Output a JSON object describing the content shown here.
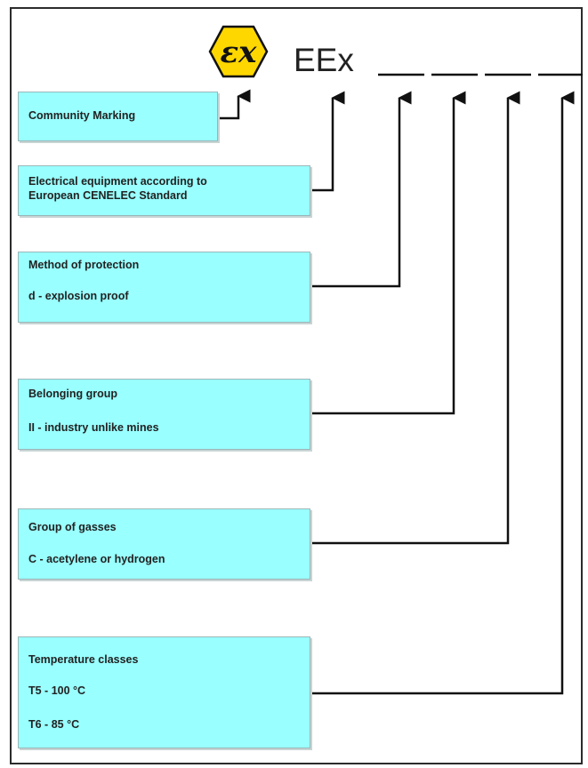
{
  "marking": {
    "ex_logo_text": "εx",
    "code": "EEx"
  },
  "boxes": {
    "community": {
      "line1": "Community Marking"
    },
    "electrical": {
      "line1": "Electrical equipment according to",
      "line2": "European CENELEC Standard"
    },
    "method": {
      "title": "Method of protection",
      "value": "d - explosion proof"
    },
    "group": {
      "title": "Belonging group",
      "value": "II - industry unlike mines"
    },
    "gasses": {
      "title": "Group of gasses",
      "value": "C - acetylene or hydrogen"
    },
    "temperature": {
      "title": "Temperature classes",
      "value1": "T5 - 100 °C",
      "value2": "T6 - 85 °C"
    }
  },
  "colors": {
    "box_fill": "#99ffff",
    "logo_fill": "#ffd700",
    "line": "#111111"
  },
  "icons": [
    "ex-hexagon-logo-icon",
    "arrow-up-icon"
  ]
}
